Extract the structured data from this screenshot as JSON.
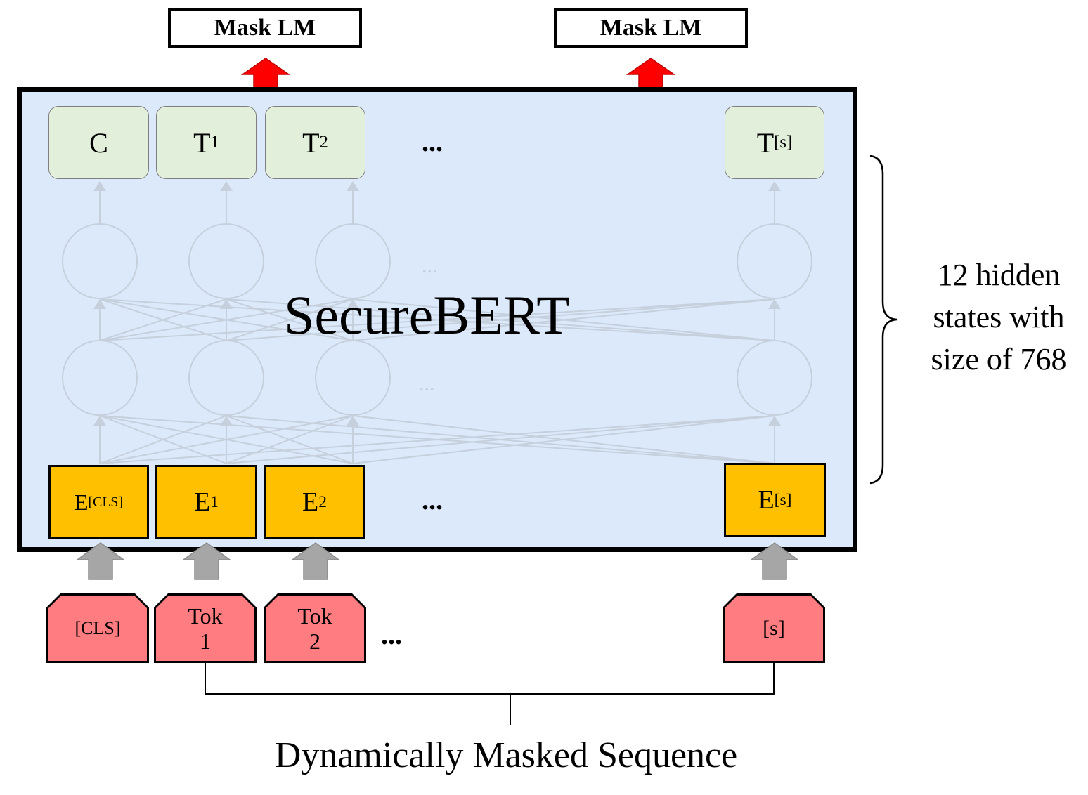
{
  "heads": [
    {
      "label": "Mask LM"
    },
    {
      "label": "Mask LM"
    }
  ],
  "model": {
    "name": "SecureBERT"
  },
  "outputs": [
    {
      "base": "C",
      "sub": ""
    },
    {
      "base": "T",
      "sub": "1"
    },
    {
      "base": "T",
      "sub": "2"
    },
    {
      "base": "T",
      "sub": " [s]"
    }
  ],
  "embeddings": [
    {
      "base": "E",
      "sub": "[CLS]"
    },
    {
      "base": "E",
      "sub": "1"
    },
    {
      "base": "E",
      "sub": "2"
    },
    {
      "base": "E",
      "sub": "[s]"
    }
  ],
  "tokens": [
    {
      "line1": "[CLS]",
      "line2": ""
    },
    {
      "line1": "Tok",
      "line2": "1"
    },
    {
      "line1": "Tok",
      "line2": "2"
    },
    {
      "line1": "[s]",
      "line2": ""
    }
  ],
  "ellipsis": "...",
  "hidden_ellipsis": "...",
  "brace_label": {
    "line1": "12 hidden",
    "line2": "states with",
    "line3": "size of 768"
  },
  "bottom_label": "Dynamically Masked Sequence",
  "colors": {
    "model_bg": "#dce9fb",
    "output_box": "#e2efda",
    "embedding_box": "#ffc000",
    "token_box": "#ff7c80",
    "head_arrow": "#ff0000",
    "input_arrow": "#a6a6a6",
    "faded_network": "#c6d0dc"
  }
}
